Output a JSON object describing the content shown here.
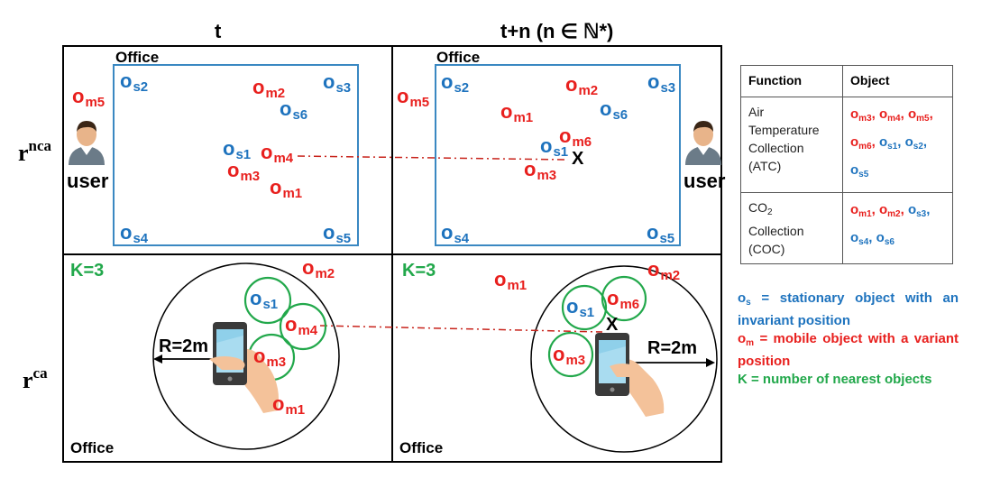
{
  "headers": {
    "col_t": "t",
    "col_tn": "t+n (n ∈ ℕ*)"
  },
  "row_labels": {
    "nca": {
      "base": "r",
      "sup": "nca"
    },
    "ca": {
      "base": "r",
      "sup": "ca"
    }
  },
  "office_label": "Office",
  "user_label": "user",
  "x_marker": "X",
  "k_label": "K=3",
  "radius_label": "R=2m",
  "objects": {
    "om1": {
      "base": "o",
      "sub": "m1"
    },
    "om2": {
      "base": "o",
      "sub": "m2"
    },
    "om3": {
      "base": "o",
      "sub": "m3"
    },
    "om4": {
      "base": "o",
      "sub": "m4"
    },
    "om5": {
      "base": "o",
      "sub": "m5"
    },
    "om6": {
      "base": "o",
      "sub": "m6"
    },
    "os1": {
      "base": "o",
      "sub": "s1"
    },
    "os2": {
      "base": "o",
      "sub": "s2"
    },
    "os3": {
      "base": "o",
      "sub": "s3"
    },
    "os4": {
      "base": "o",
      "sub": "s4"
    },
    "os5": {
      "base": "o",
      "sub": "s5"
    },
    "os6": {
      "base": "o",
      "sub": "s6"
    }
  },
  "table": {
    "header_function": "Function",
    "header_object": "Object",
    "row1_function": "Air Temperature Collection (ATC)",
    "row1_objects_mobile": [
      "m3",
      "m4",
      "m5",
      "m6"
    ],
    "row1_objects_stationary": [
      "s1",
      "s2",
      "s5"
    ],
    "row2_function_prefix": "CO",
    "row2_function_sub": "2",
    "row2_function_rest": "Collection (COC)",
    "row2_objects_mobile": [
      "m1",
      "m2"
    ],
    "row2_objects_stationary": [
      "s3",
      "s4",
      "s6"
    ]
  },
  "legend": {
    "stationary_sub": "s",
    "stationary_text": "= stationary object with an invariant position",
    "mobile_sub": "m",
    "mobile_text": "= mobile object with a variant position",
    "k_text": "K = number of nearest objects"
  },
  "colors": {
    "mobile": "#e8201e",
    "stationary": "#1e73be",
    "nearest": "#22a84b",
    "office_rect": "#3a88c2"
  }
}
